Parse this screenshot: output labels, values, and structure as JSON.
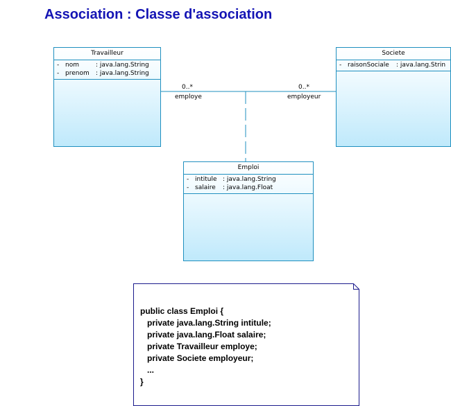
{
  "title": "Association : Classe d'association",
  "classes": {
    "travailleur": {
      "name": "Travailleur",
      "attributes": [
        {
          "visibility": "-",
          "name": "nom",
          "type": ": java.lang.String"
        },
        {
          "visibility": "-",
          "name": "prenom",
          "type": ": java.lang.String"
        }
      ]
    },
    "societe": {
      "name": "Societe",
      "attributes": [
        {
          "visibility": "-",
          "name": "raisonSociale",
          "type": ": java.lang.Strin"
        }
      ]
    },
    "emploi": {
      "name": "Emploi",
      "attributes": [
        {
          "visibility": "-",
          "name": "intitule",
          "type": ": java.lang.String"
        },
        {
          "visibility": "-",
          "name": "salaire",
          "type": ": java.lang.Float"
        }
      ]
    }
  },
  "association": {
    "left_multiplicity": "0..*",
    "left_role": "employe",
    "right_multiplicity": "0..*",
    "right_role": "employeur"
  },
  "note": {
    "lines": [
      "public class Emploi {",
      "   private java.lang.String intitule;",
      "   private java.lang.Float salaire;",
      "   private Travailleur employe;",
      "   private Societe employeur;",
      "   ...",
      "}"
    ]
  },
  "colors": {
    "title": "#1414b4",
    "class_border": "#1f8fbf",
    "class_fill_bottom": "#bfe9fb",
    "note_border": "#1a1a8c"
  }
}
